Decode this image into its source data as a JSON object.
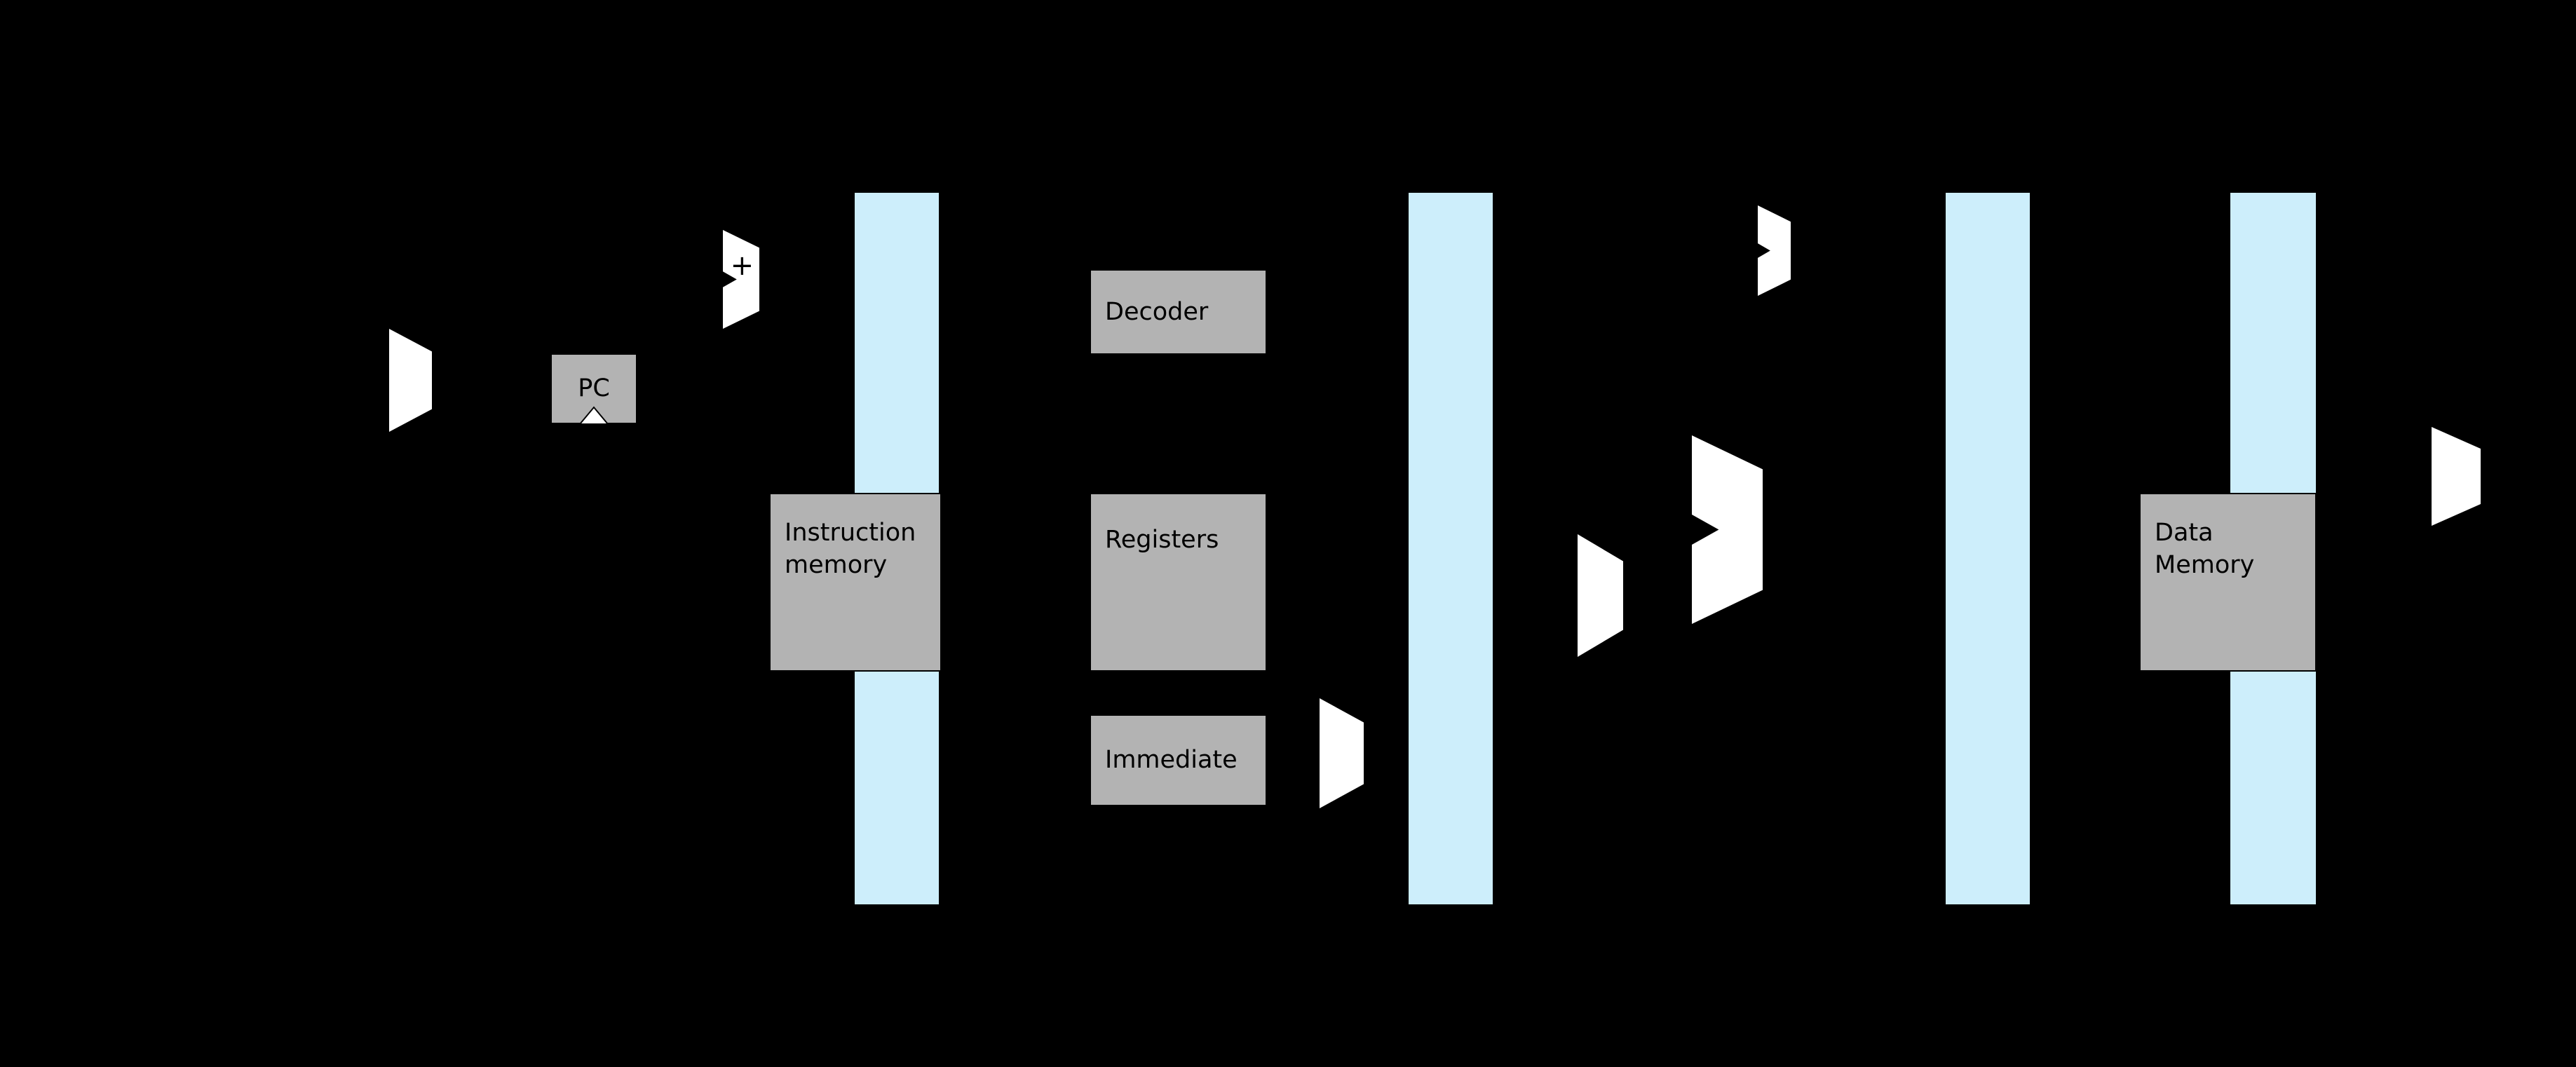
{
  "colors": {
    "background": "#000000",
    "block_fill": "#b3b3b3",
    "block_border": "#000000",
    "pipeline_register_fill": "#cdeefb",
    "shape_fill": "#ffffff",
    "label_text": "#000000"
  },
  "blocks": {
    "pc": {
      "label": "PC"
    },
    "pc_adder": {
      "label": "+"
    },
    "instruction_memory": {
      "line1": "Instruction",
      "line2": "memory"
    },
    "decoder": {
      "label": "Decoder"
    },
    "registers": {
      "label": "Registers"
    },
    "immediate": {
      "label": "Immediate"
    },
    "data_memory": {
      "line1": "Data",
      "line2": "Memory"
    }
  },
  "shapes": {
    "fetch_mux": "mux-trapezoid",
    "pc_adder": "adder-shape",
    "immediate_mux": "mux-trapezoid",
    "operand_mux": "mux-trapezoid",
    "alu": "alu-shape",
    "branch_adder": "adder-shape",
    "writeback_mux": "mux-trapezoid"
  },
  "pipeline_registers": {
    "count": 4
  }
}
